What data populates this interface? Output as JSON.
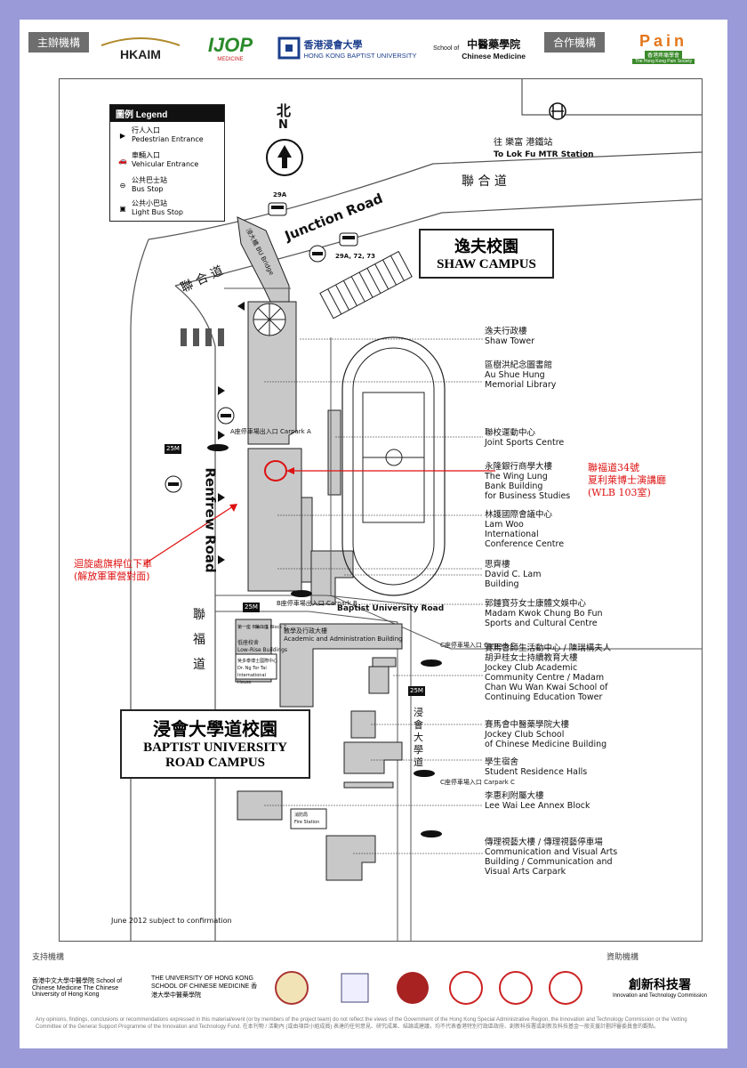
{
  "header": {
    "organizers_tag": "主辦機構",
    "partners_tag": "合作機構",
    "logos": {
      "hkaim": "HKAIM",
      "ijop": "IJOP",
      "ijop_sub": "MEDICINE",
      "hkbu_cn": "香港浸會大學",
      "hkbu_en": "HONG KONG BAPTIST UNIVERSITY",
      "scm_prefix": "School of",
      "scm_cn": "中醫藥學院",
      "scm_en": "Chinese Medicine",
      "pain": "Pain",
      "pain_cn": "香港疼痛學會",
      "pain_en": "The Hong Kong Pain Society"
    }
  },
  "legend": {
    "title": "圖例 Legend",
    "items": [
      {
        "cn": "行人入口",
        "en": "Pedestrian Entrance",
        "icon": "triangle-arrow-icon"
      },
      {
        "cn": "車輛入口",
        "en": "Vehicular Entrance",
        "icon": "car-icon"
      },
      {
        "cn": "公共巴士站",
        "en": "Bus Stop",
        "icon": "bus-stop-icon"
      },
      {
        "cn": "公共小巴站",
        "en": "Light Bus Stop",
        "icon": "light-bus-icon"
      }
    ]
  },
  "map": {
    "north_cn": "北",
    "north_en": "N",
    "mtr_cn": "往 樂富 港鐵站",
    "mtr_en": "To Lok Fu MTR Station",
    "junction_cn": "聯 合 道",
    "junction_cn_left": "聯 合 道",
    "junction_road": "Junction Road",
    "bu_bridge": "浸大橋 BU Bridge",
    "bus_29a": "29A",
    "bus_29a_72_73": "29A, 72, 73",
    "minibus_25m_1": "25M",
    "minibus_25m_2": "25M",
    "minibus_25m_3": "25M",
    "renfrew_road": "Renfrew Road",
    "renfrew_cn": "聯 福 道",
    "bu_road": "Baptist University Road",
    "bu_road_cn": "浸 會 大 學 道",
    "shaw_campus_cn": "逸夫校園",
    "shaw_campus_en": "SHAW CAMPUS",
    "bur_campus_cn": "浸會大學道校園",
    "bur_campus_en1": "BAPTIST UNIVERSITY",
    "bur_campus_en2": "ROAD CAMPUS",
    "carpark_a": "A座停車場出入口 Carpark A",
    "carpark_b": "B座停車場出入口 Carpark B",
    "carpark_c1": "C座停車場入口 Carpark C",
    "carpark_c2": "C座停車場入口 Carpark C",
    "aab_cn": "教學及行政大樓",
    "aab_en": "Academic and Administration Building",
    "block1": "第一座 Block 1",
    "block2": "第二座 Block 2",
    "low_rise_cn": "低座校舍",
    "low_rise_en": "Low-Rise Buildings",
    "ng_tor_tai_cn": "吳多泰博士國際中心",
    "ng_tor_tai_en": "Dr. Ng Tor Tai International House",
    "fire_station_cn": "消防局",
    "fire_station_en": "Fire Station",
    "dropoff_note_l1": "迴旋處旗桿位下車",
    "dropoff_note_l2": "(解放軍軍營對面)",
    "venue_note_l1": "聯福道34號",
    "venue_note_l2": "夏利萊博士演講廳",
    "venue_note_l3": "(WLB 103室)",
    "date_note": "June 2012 subject to confirmation"
  },
  "buildings": [
    {
      "cn": "逸夫行政樓",
      "en": "Shaw Tower"
    },
    {
      "cn": "區樹洪紀念圖書館",
      "en": "Au Shue Hung\nMemorial Library"
    },
    {
      "cn": "聯校運動中心",
      "en": "Joint Sports Centre"
    },
    {
      "cn": "永隆銀行商學大樓",
      "en": "The Wing Lung\nBank Building\nfor Business Studies"
    },
    {
      "cn": "林護國際會議中心",
      "en": "Lam Woo\nInternational\nConference Centre"
    },
    {
      "cn": "思齊樓",
      "en": "David C. Lam\nBuilding"
    },
    {
      "cn": "郭鍾寶芬女士康體文娛中心",
      "en": "Madam Kwok Chung Bo Fun\nSports and Cultural Centre"
    },
    {
      "cn": "賽馬會師生活動中心 / 陳瑞構夫人\n胡尹桂女士持續教育大樓",
      "en": "Jockey Club Academic\nCommunity Centre / Madam\nChan Wu Wan Kwai School of\nContinuing Education Tower"
    },
    {
      "cn": "賽馬會中醫藥學院大樓",
      "en": "Jockey Club School\nof Chinese Medicine Building"
    },
    {
      "cn": "學生宿舍",
      "en": "Student Residence Halls"
    },
    {
      "cn": "李惠利附屬大樓",
      "en": "Lee Wai Lee Annex Block"
    },
    {
      "cn": "傳理視藝大樓 / 傳理視藝停車場",
      "en": "Communication and Visual Arts\nBuilding / Communication and\nVisual Arts Carpark"
    }
  ],
  "footer": {
    "supporting_tag": "支持機構",
    "sponsor_tag": "資助機構",
    "supporters": [
      "香港中文大學中醫學院 School of Chinese Medicine The Chinese University of Hong Kong",
      "THE UNIVERSITY OF HONG KONG SCHOOL OF CHINESE MEDICINE 香港大學中醫藥學院"
    ],
    "itc_cn": "創新科技署",
    "itc_en": "Innovation and Technology Commission",
    "disclaimer": "Any opinions, findings, conclusions or recommendations expressed in this material/event (or by members of the project team) do not reflect the views of the Government of the Hong Kong Special Administrative Region, the Innovation and Technology Commission or the Vetting Committee of the General Support Programme of the Innovation and Technology Fund. 在本刊物 / 活動內 (或由項目小組成員) 表達的任何意見、研究成果、結論或建議，均不代表香港特別行政區政府、創新科技署或創新及科技基金一般支援計劃評審委員會的觀點。"
  },
  "colors": {
    "border": "#9a9ad8",
    "building": "#c8c8c8",
    "red_note": "#d11111",
    "tag_bg": "#6e6e6e"
  }
}
